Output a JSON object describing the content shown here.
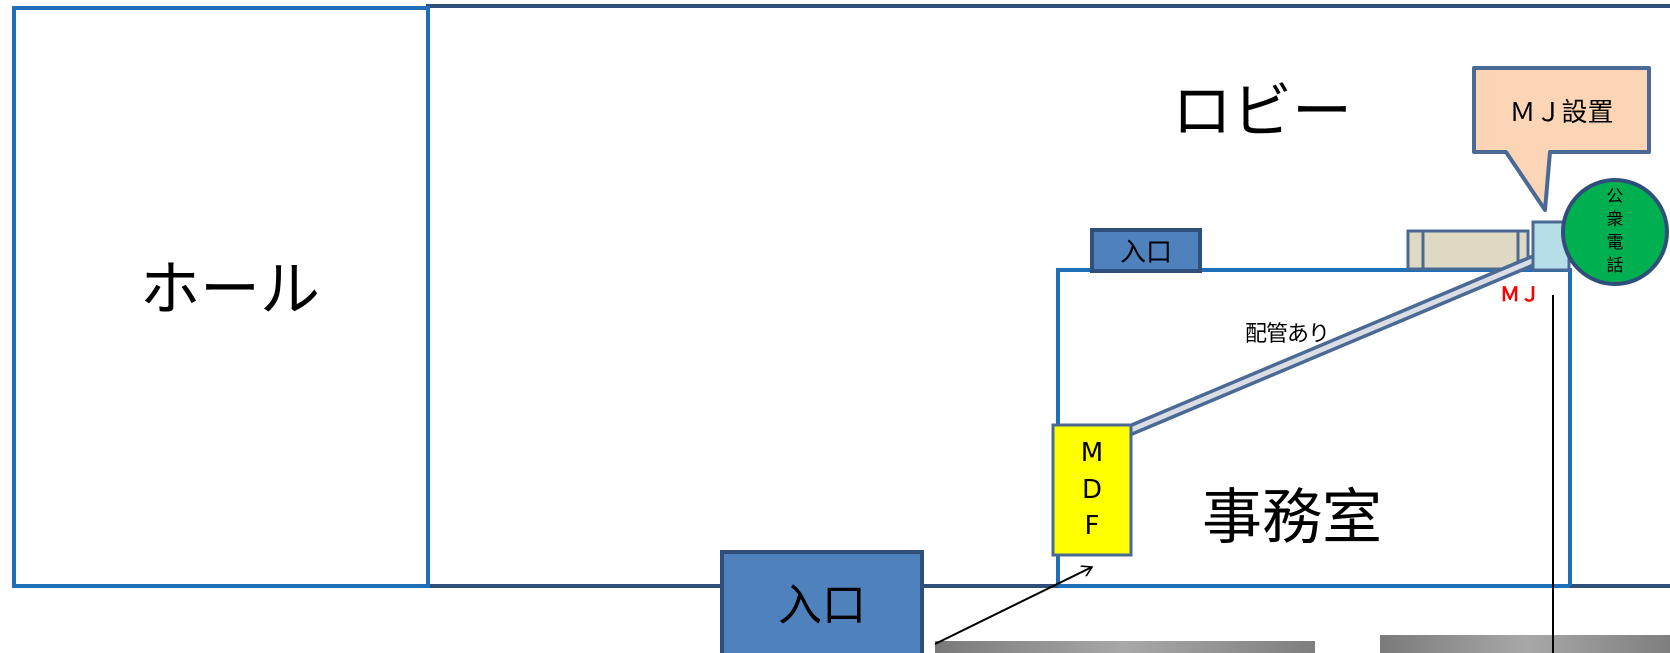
{
  "rooms": {
    "hall": "ホール",
    "lobby": "ロビー",
    "office": "事務室"
  },
  "entrances": {
    "lobby_entrance": "入口",
    "main_entrance": "入口"
  },
  "equipment": {
    "mdf": [
      "M",
      "D",
      "F"
    ],
    "mj_tag": "ＭＪ",
    "callout": "ＭＪ設置",
    "public_phone": [
      "公",
      "衆",
      "電",
      "話"
    ],
    "conduit_note": "配管あり"
  },
  "colors": {
    "wall": "#1f6fb8",
    "entrance_fill": "#4f81bd",
    "entrance_stroke": "#2f4f7a",
    "mdf_fill": "#ffff00",
    "callout_fill": "#fbd5b5",
    "phone_fill": "#00b050",
    "mj_text": "#ff0000",
    "mj_box": "#b7dde8",
    "panel_fill": "#ddd9c3",
    "photo_gray": "#8c8c8c"
  }
}
